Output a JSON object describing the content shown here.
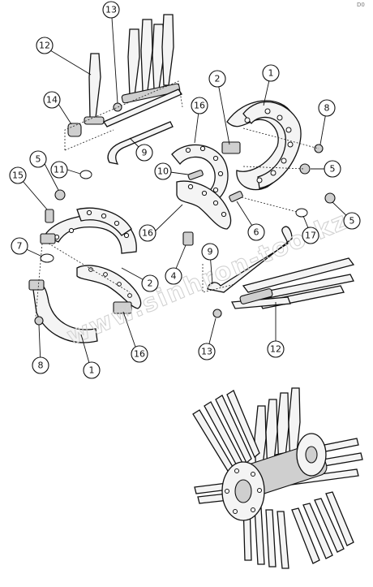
{
  "watermark": "www.sinhron-too.kz",
  "corner_code": "D0",
  "callouts": [
    {
      "id": "c13a",
      "label": "13"
    },
    {
      "id": "c12a",
      "label": "12"
    },
    {
      "id": "c14",
      "label": "14"
    },
    {
      "id": "c9a",
      "label": "9"
    },
    {
      "id": "c11",
      "label": "11"
    },
    {
      "id": "c5a",
      "label": "5"
    },
    {
      "id": "c15",
      "label": "15"
    },
    {
      "id": "c16a",
      "label": "16"
    },
    {
      "id": "c10",
      "label": "10"
    },
    {
      "id": "c2a",
      "label": "2"
    },
    {
      "id": "c1a",
      "label": "1"
    },
    {
      "id": "c8a",
      "label": "8"
    },
    {
      "id": "c5b",
      "label": "5"
    },
    {
      "id": "c6",
      "label": "6"
    },
    {
      "id": "c16b",
      "label": "16"
    },
    {
      "id": "c17",
      "label": "17"
    },
    {
      "id": "c5c",
      "label": "5"
    },
    {
      "id": "c7",
      "label": "7"
    },
    {
      "id": "c4",
      "label": "4"
    },
    {
      "id": "c9b",
      "label": "9"
    },
    {
      "id": "c2b",
      "label": "2"
    },
    {
      "id": "c16c",
      "label": "16"
    },
    {
      "id": "c8b",
      "label": "8"
    },
    {
      "id": "c1b",
      "label": "1"
    },
    {
      "id": "c13b",
      "label": "13"
    },
    {
      "id": "c12b",
      "label": "12"
    }
  ]
}
